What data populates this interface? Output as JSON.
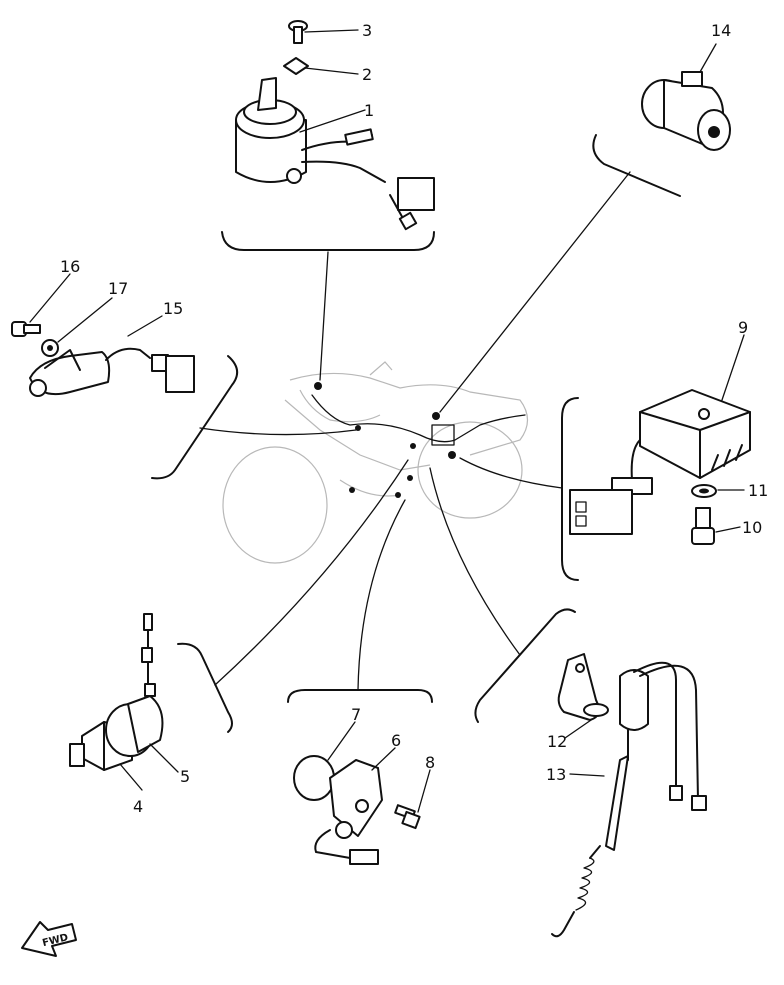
{
  "callouts": [
    {
      "id": "1",
      "text": "1"
    },
    {
      "id": "2",
      "text": "2"
    },
    {
      "id": "3",
      "text": "3"
    },
    {
      "id": "4",
      "text": "4"
    },
    {
      "id": "5",
      "text": "5"
    },
    {
      "id": "6",
      "text": "6"
    },
    {
      "id": "7",
      "text": "7"
    },
    {
      "id": "8",
      "text": "8"
    },
    {
      "id": "9",
      "text": "9"
    },
    {
      "id": "10",
      "text": "10"
    },
    {
      "id": "11",
      "text": "11"
    },
    {
      "id": "12",
      "text": "12"
    },
    {
      "id": "13",
      "text": "13"
    },
    {
      "id": "14",
      "text": "14"
    },
    {
      "id": "15",
      "text": "15"
    },
    {
      "id": "16",
      "text": "16"
    },
    {
      "id": "17",
      "text": "17"
    }
  ],
  "fwd_label": "FWD",
  "colors": {
    "ink": "#111111",
    "ghost_frame": "#b8b8b8",
    "background": "#ffffff"
  }
}
